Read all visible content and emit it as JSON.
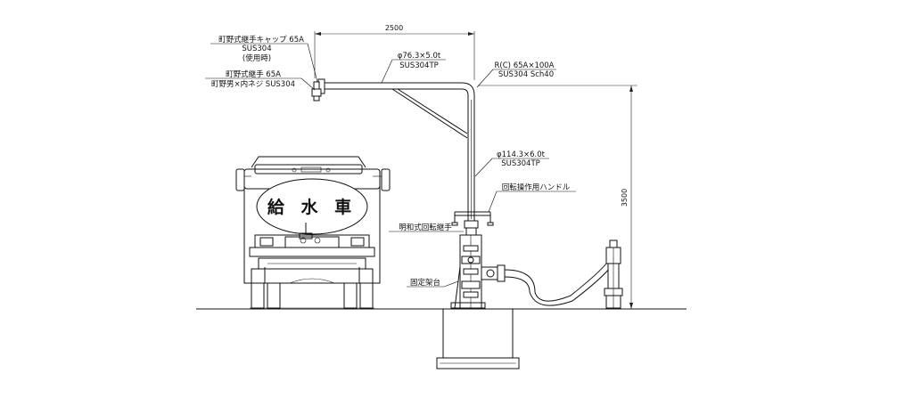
{
  "dimensions": {
    "horizontal": "2500",
    "vertical": "3500"
  },
  "labels": {
    "cap_line1": "町野式継手キャップ 65A",
    "cap_line2": "SUS304",
    "cap_line3": "(使用時)",
    "joint_line1": "町野式継手 65A",
    "joint_line2": "町野男×内ネジ SUS304",
    "arm_pipe_line1": "φ76.3×5.0t",
    "arm_pipe_line2": "SUS304TP",
    "elbow_line1": "R(C) 65A×100A",
    "elbow_line2": "SUS304 Sch40",
    "post_pipe_line1": "φ114.3×6.0t",
    "post_pipe_line2": "SUS304TP",
    "handle": "回転操作用ハンドル",
    "swivel": "明和式回転継手",
    "stand": "固定架台"
  },
  "truck": {
    "tank_text": "給 水 車"
  }
}
